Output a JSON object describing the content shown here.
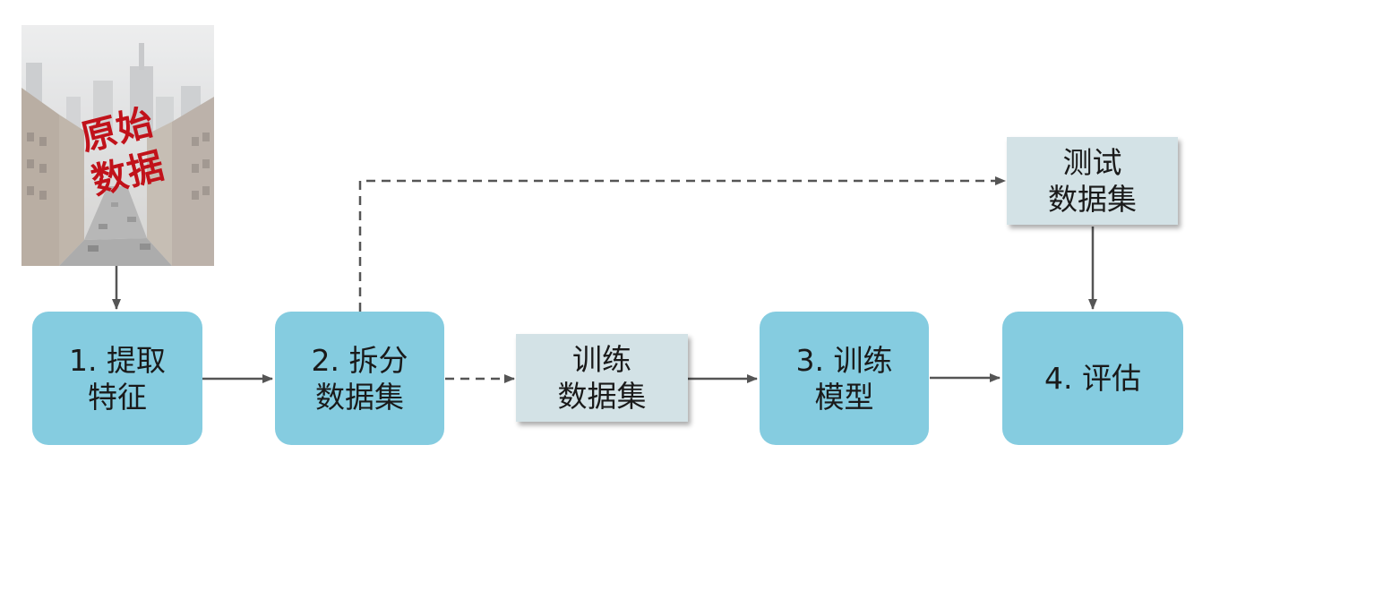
{
  "raw_data": {
    "label_lines": [
      "原始",
      "数据"
    ]
  },
  "steps": [
    {
      "id": "extract",
      "lines": [
        "1. 提取",
        "特征"
      ]
    },
    {
      "id": "split",
      "lines": [
        "2. 拆分",
        "数据集"
      ]
    },
    {
      "id": "train",
      "lines": [
        "3. 训练",
        "模型"
      ]
    },
    {
      "id": "evaluate",
      "lines": [
        "4. 评估"
      ]
    }
  ],
  "datasets": [
    {
      "id": "train-dataset",
      "lines": [
        "训练",
        "数据集"
      ]
    },
    {
      "id": "test-dataset",
      "lines": [
        "测试",
        "数据集"
      ]
    }
  ],
  "colors": {
    "step_fill": "#85cce0",
    "dataset_fill": "#d3e2e6",
    "arrow": "#555555",
    "raw_label": "#c1121a"
  }
}
